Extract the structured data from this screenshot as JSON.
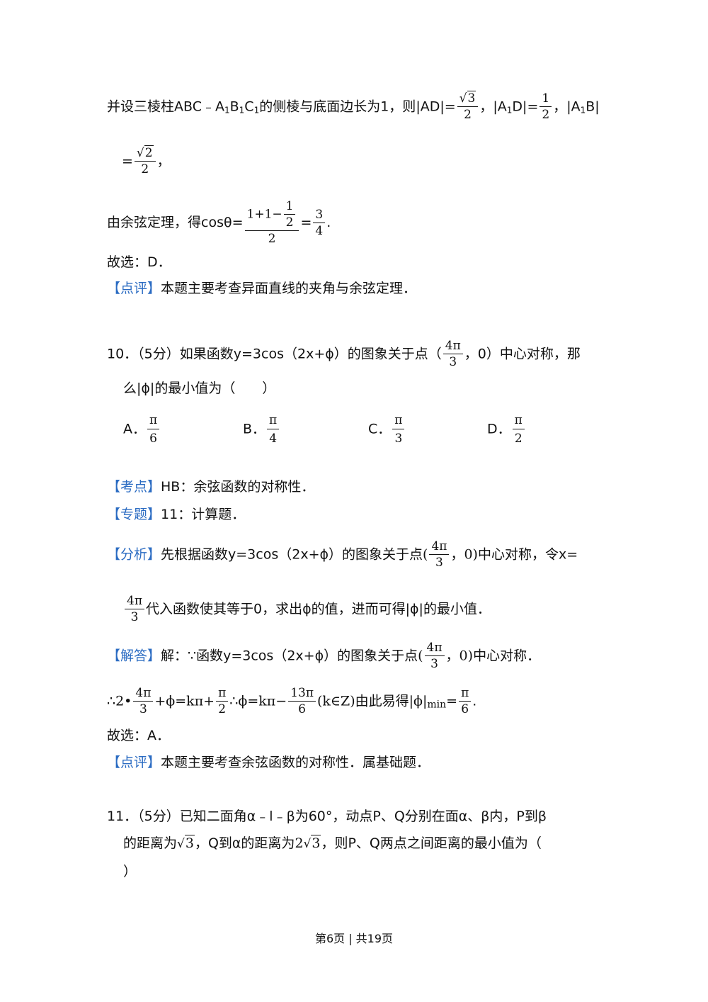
{
  "block1": {
    "line1_a": "并设三棱柱ABC﹣A",
    "sub1": "1",
    "B": "B",
    "sub2": "1",
    "C": "C",
    "sub3": "1",
    "line1_b": "的侧棱与底面边长为1，则",
    "abs_AD": "|AD|=",
    "sqrt3": "3",
    "den2a": "2",
    "comma1": "，",
    "abs_A1D_a": "|A",
    "sub4": "1",
    "abs_A1D_b": "D|=",
    "num1": "1",
    "den2b": "2",
    "comma2": "，",
    "abs_A1B_a": "|A",
    "sub5": "1",
    "abs_A1B_b": "B|",
    "line2_eq": "=",
    "sqrt2": "2",
    "den2c": "2",
    "line2_comma": "，",
    "line3_text": "由余弦定理，得cosθ=",
    "cos_num": "1+1−",
    "cos_inner_num": "1",
    "cos_inner_den": "2",
    "cos_den": "2",
    "cos_eq": "=",
    "cos_res_num": "3",
    "cos_res_den": "4",
    "cos_end": ".",
    "choice": "故选：D．",
    "review_tag": "【点评】",
    "review_text": "本题主要考查异面直线的夹角与余弦定理．"
  },
  "q10": {
    "line1_a": "10．（5分）如果函数y=3cos（2x+ϕ）的图象关于点（",
    "pt_num": "4π",
    "pt_den": "3",
    "line1_b": "，0）中心对称，那",
    "line2": "么|ϕ|的最小值为（　　）",
    "options": [
      {
        "label": "A．",
        "num": "π",
        "den": "6"
      },
      {
        "label": "B．",
        "num": "π",
        "den": "4"
      },
      {
        "label": "C．",
        "num": "π",
        "den": "3"
      },
      {
        "label": "D．",
        "num": "π",
        "den": "2"
      }
    ],
    "kaodian_tag": "【考点】",
    "kaodian_text": "HB：余弦函数的对称性．",
    "zhuanti_tag": "【专题】",
    "zhuanti_text": "11：计算题．",
    "fenxi_tag": "【分析】",
    "fenxi_a": "先根据函数y=3cos（2x+ϕ）的图象关于点",
    "fenxi_paren_open": "(",
    "fenxi_num": "4π",
    "fenxi_den": "3",
    "fenxi_paren_rest": "，0)",
    "fenxi_b": "中心对称，令x=",
    "fenxi2_num": "4π",
    "fenxi2_den": "3",
    "fenxi2_text": "代入函数使其等于0，求出ϕ的值，进而可得|ϕ|的最小值．",
    "jieda_tag": "【解答】",
    "jieda_a": "解：∵函数y=3cos（2x+ϕ）的图象关于点",
    "jieda_paren_open": "(",
    "jieda_num": "4π",
    "jieda_den": "3",
    "jieda_paren_rest": "，0)",
    "jieda_b": "中心对称．",
    "sol_a": "∴2•",
    "sol_f1_num": "4π",
    "sol_f1_den": "3",
    "sol_b": "+ϕ=kπ+",
    "sol_f2_num": "π",
    "sol_f2_den": "2",
    "sol_c": "∴ϕ=kπ−",
    "sol_f3_num": "13π",
    "sol_f3_den": "6",
    "sol_d": "(k∈Z)",
    "sol_e": "由此易得",
    "sol_f": "|ϕ|",
    "sol_min": "min",
    "sol_g": "=",
    "sol_f4_num": "π",
    "sol_f4_den": "6",
    "sol_h": ".",
    "choice": "故选：A．",
    "review_tag": "【点评】",
    "review_text": "本题主要考查余弦函数的对称性．属基础题．"
  },
  "q11": {
    "line1": "11．（5分）已知二面角α﹣l﹣β为60°，动点P、Q分别在面α、β内，P到β",
    "line2_a": "的距离为",
    "sqrt_a": "3",
    "line2_b": "，Q到α的距离为",
    "coef": "2",
    "sqrt_b": "3",
    "line2_c": "，则P、Q两点之间距离的最小值为（",
    "line3": "）"
  },
  "footer": "第6页 | 共19页"
}
